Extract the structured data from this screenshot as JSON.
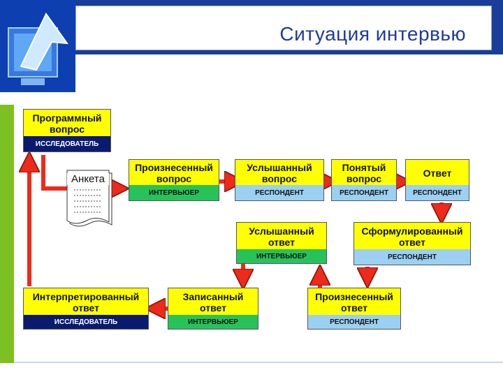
{
  "title": "Ситуация интервью",
  "questionnaire_label": "Анкета",
  "boxes": {
    "programmed": {
      "text": "Программный\nвопрос",
      "role": "ИССЛЕДОВАТЕЛЬ"
    },
    "spoken_q": {
      "text": "Произнесенный\nвопрос",
      "role": "ИНТЕРВЬЮЕР"
    },
    "heard_q": {
      "text": "Услышанный\nвопрос",
      "role": "РЕСПОНДЕНТ"
    },
    "understood_q": {
      "text": "Понятый\nвопрос",
      "role": "РЕСПОНДЕНТ"
    },
    "answer": {
      "text": "Ответ",
      "role": "РЕСПОНДЕНТ"
    },
    "heard_a": {
      "text": "Услышанный\nответ",
      "role": "ИНТЕРВЬЮЕР"
    },
    "formulated_a": {
      "text": "Сформулированный\nответ",
      "role": "РЕСПОНДЕНТ"
    },
    "interpreted_a": {
      "text": "Интерпретированный\nответ",
      "role": "ИССЛЕДОВАТЕЛЬ"
    },
    "recorded_a": {
      "text": "Записанный\nответ",
      "role": "ИНТЕРВЬЮЕР"
    },
    "spoken_a": {
      "text": "Произнесенный\nответ",
      "role": "РЕСПОНДЕНТ"
    }
  },
  "colors": {
    "box_fill": "#ffff00",
    "researcher": "#0a1a6e",
    "interviewer": "#27c35a",
    "respondent": "#9bd0f2",
    "arrow": "#ee2a1a",
    "header": "#1a3d99",
    "accent_stripe": "#7dc021"
  },
  "icons": [
    "monitor-arrow-logo-icon",
    "questionnaire-document-icon"
  ]
}
